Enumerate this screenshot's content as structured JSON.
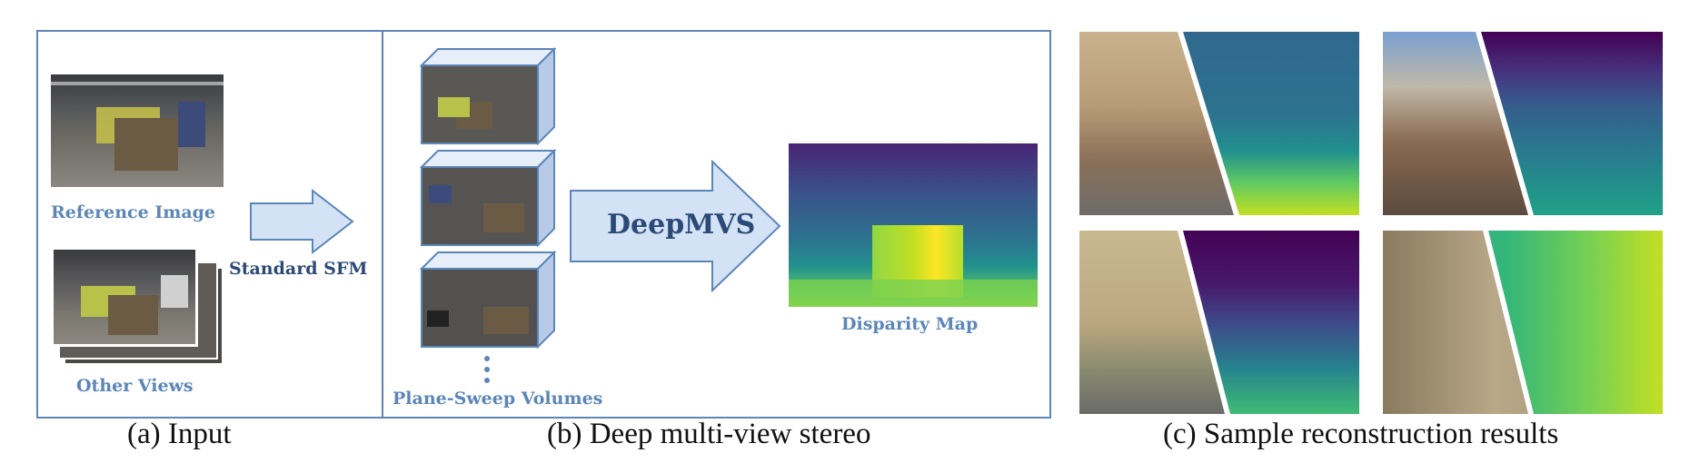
{
  "panel_a": {
    "reference_label": "Reference Image",
    "other_label": "Other Views",
    "arrow_label": "Standard SFM",
    "caption": "(a) Input"
  },
  "panel_b": {
    "network_label": "DeepMVS",
    "volumes_label": "Plane-Sweep Volumes",
    "output_label": "Disparity Map",
    "caption": "(b) Deep multi-view stereo"
  },
  "panel_c": {
    "caption": "(c) Sample reconstruction results"
  },
  "colors": {
    "frame": "#5b86b8",
    "label": "#5b86b8",
    "arrow_fill": "#d3e2f5",
    "viridis_dark": "#440154",
    "viridis_mid": "#21908d",
    "viridis_light": "#fde725"
  }
}
